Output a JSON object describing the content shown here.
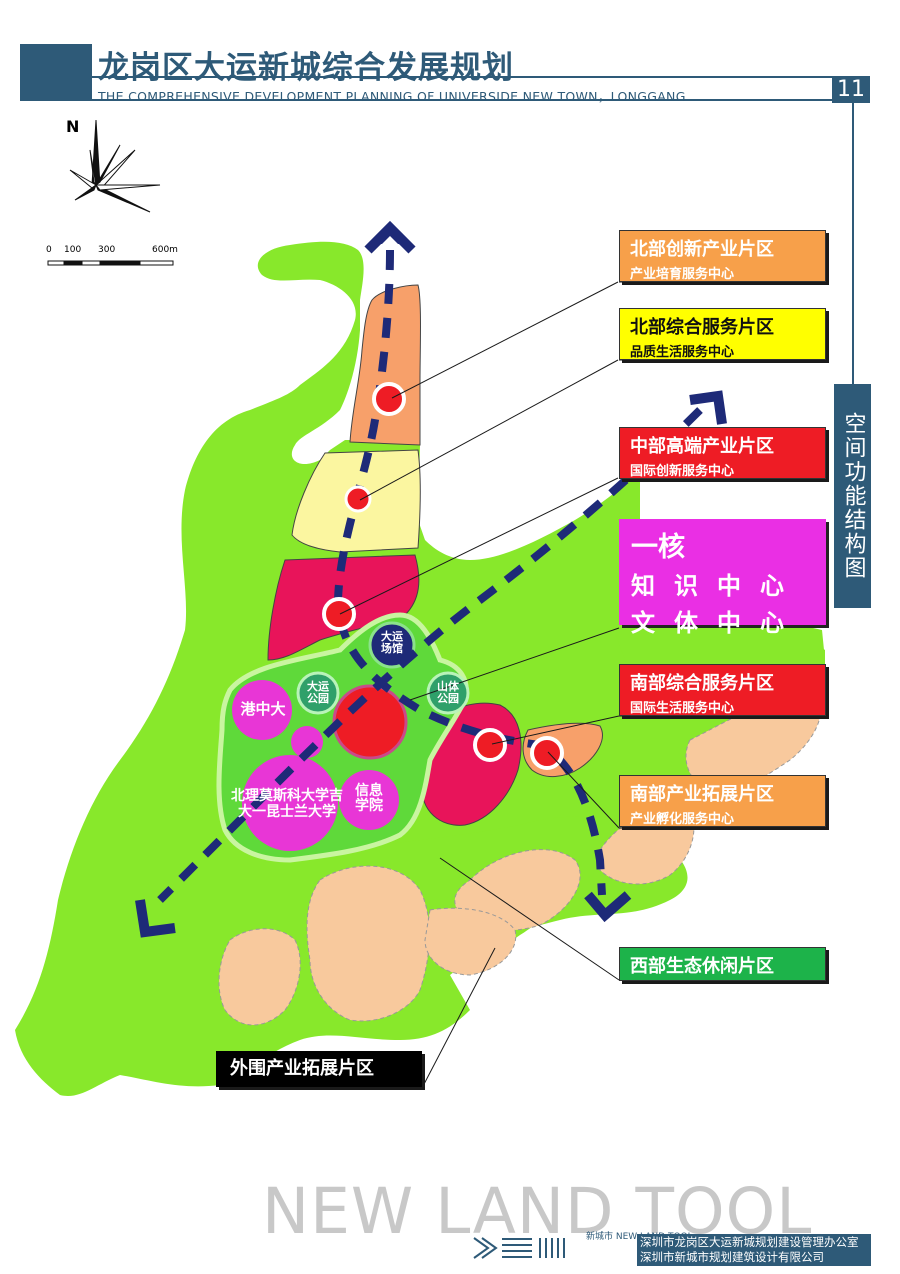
{
  "header": {
    "title": "龙岗区大运新城综合发展规划",
    "subtitle": "THE COMPREHENSIVE  DEVELOPMENT  PLANNING OF UNIVERSIDE NEW TOWN，LONGGANG",
    "page_number": "11"
  },
  "side_title": "空间功能结构图",
  "compass": {
    "north_label": "N"
  },
  "scale_bar": {
    "labels": [
      "0",
      "100",
      "300",
      "600m"
    ]
  },
  "zones": [
    {
      "title": "北部创新产业片区",
      "subtitle": "产业培育服务中心",
      "color": "#f7a04a"
    },
    {
      "title": "北部综合服务片区",
      "subtitle": "品质生活服务中心",
      "color": "#ffff00"
    },
    {
      "title": "中部高端产业片区",
      "subtitle": "国际创新服务中心",
      "color": "#ee1c25"
    },
    {
      "title": "南部综合服务片区",
      "subtitle": "国际生活服务中心",
      "color": "#ee1c25"
    },
    {
      "title": "南部产业拓展片区",
      "subtitle": "产业孵化服务中心",
      "color": "#f7a04a"
    },
    {
      "title": "西部生态休闲片区",
      "subtitle": "",
      "color": "#1db34a"
    }
  ],
  "core": {
    "title": "一核",
    "line1": "知识中心",
    "line2": "文体中心",
    "color": "#ea2fe4"
  },
  "outer_zone": "外围产业拓展片区",
  "map_labels": {
    "venue": "大运场馆",
    "dayun_park": "大运公园",
    "shanti_park": "山体公园",
    "hkcu": "港中大",
    "universities": "北理莫斯科大学吉大一昆士兰大学",
    "info_college": "信息学院"
  },
  "colors": {
    "brand": "#2e5a78",
    "green": "#88e82b",
    "axis": "#1e2a78"
  },
  "footer": {
    "watermark": "NEW LAND TOOL",
    "logo_text": "新城市 NEW LAND TOOL",
    "org_line1": "深圳市龙岗区大运新城规划建设管理办公室",
    "org_line2": "深圳市新城市规划建筑设计有限公司"
  }
}
